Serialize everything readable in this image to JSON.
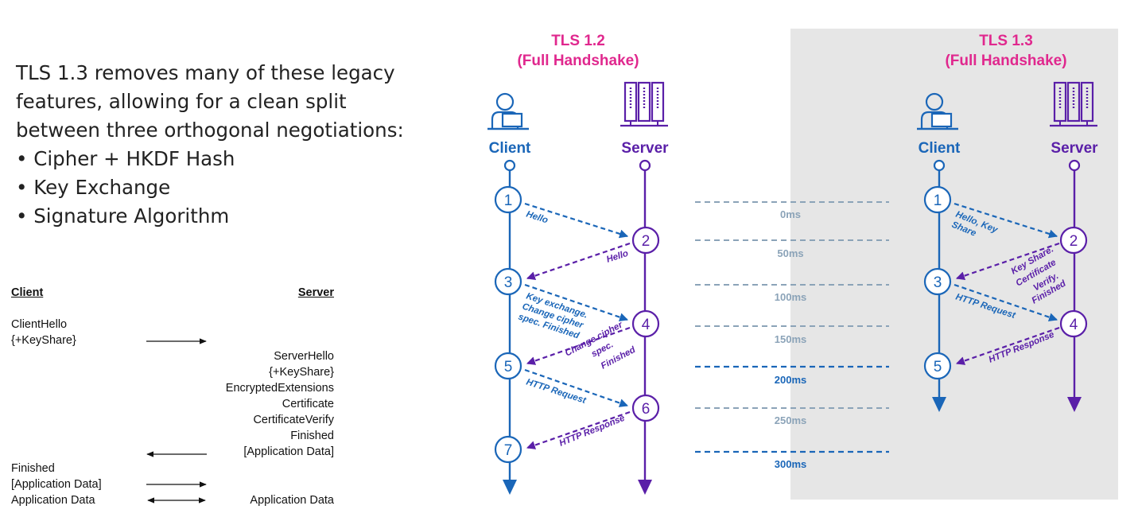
{
  "intro": {
    "lines": [
      "TLS 1.3 removes many of these legacy",
      "features, allowing for a clean split",
      "between three orthogonal negotiations:",
      "• Cipher + HKDF Hash",
      "• Key Exchange",
      "• Signature Algorithm"
    ]
  },
  "flow": {
    "client_header": "Client",
    "server_header": "Server",
    "client_hello": "ClientHello",
    "client_keyshare": "{+KeyShare}",
    "server_hello": "ServerHello",
    "server_keyshare": "{+KeyShare}",
    "encrypted_extensions": "EncryptedExtensions",
    "certificate": "Certificate",
    "certificate_verify": "CertificateVerify",
    "server_finished": "Finished",
    "server_app_data": "[Application Data]",
    "client_finished": "Finished",
    "client_app_data": "[Application Data]",
    "client_application_data": "Application Data",
    "server_application_data": "Application Data"
  },
  "diagram": {
    "colors": {
      "blue": "#1a66b8",
      "purple": "#5a1fa8",
      "pink": "#e0288e",
      "timeline_gray": "#8ba3b8",
      "panel_bg": "#e6e6e6"
    },
    "icons": [
      "client-person-laptop-icon",
      "server-rack-icon"
    ],
    "tls12": {
      "title_line1": "TLS 1.2",
      "title_line2": "(Full Handshake)",
      "client_label": "Client",
      "server_label": "Server",
      "steps": [
        "1",
        "2",
        "3",
        "4",
        "5",
        "6",
        "7"
      ],
      "messages": {
        "hello_client": "Hello",
        "hello_server": "Hello",
        "key_exchange_1": "Key exchange.",
        "key_exchange_2": "Change cipher",
        "key_exchange_3": "spec. Finished",
        "change_cipher_1": "Change cipher",
        "change_cipher_2": "spec.",
        "change_cipher_3": "Finished",
        "http_request": "HTTP Request",
        "http_response": "HTTP Response"
      }
    },
    "tls13": {
      "title_line1": "TLS 1.3",
      "title_line2": "(Full Handshake)",
      "client_label": "Client",
      "server_label": "Server",
      "steps": [
        "1",
        "2",
        "3",
        "4",
        "5"
      ],
      "messages": {
        "hello_keyshare_1": "Hello, Key",
        "hello_keyshare_2": "Share",
        "server_reply_1": "Key Share.",
        "server_reply_2": "Certificate",
        "server_reply_3": "Verify.",
        "server_reply_4": "Finished",
        "http_request": "HTTP Request",
        "http_response": "HTTP Response"
      }
    },
    "timeline": [
      "0ms",
      "50ms",
      "100ms",
      "150ms",
      "200ms",
      "250ms",
      "300ms"
    ],
    "timeline_highlighted": [
      "200ms",
      "300ms"
    ]
  }
}
